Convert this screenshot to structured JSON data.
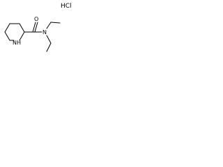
{
  "salt": "HCl",
  "atoms": {
    "ring_nh": "NH",
    "amide_o": "O",
    "amide_n": "N"
  }
}
